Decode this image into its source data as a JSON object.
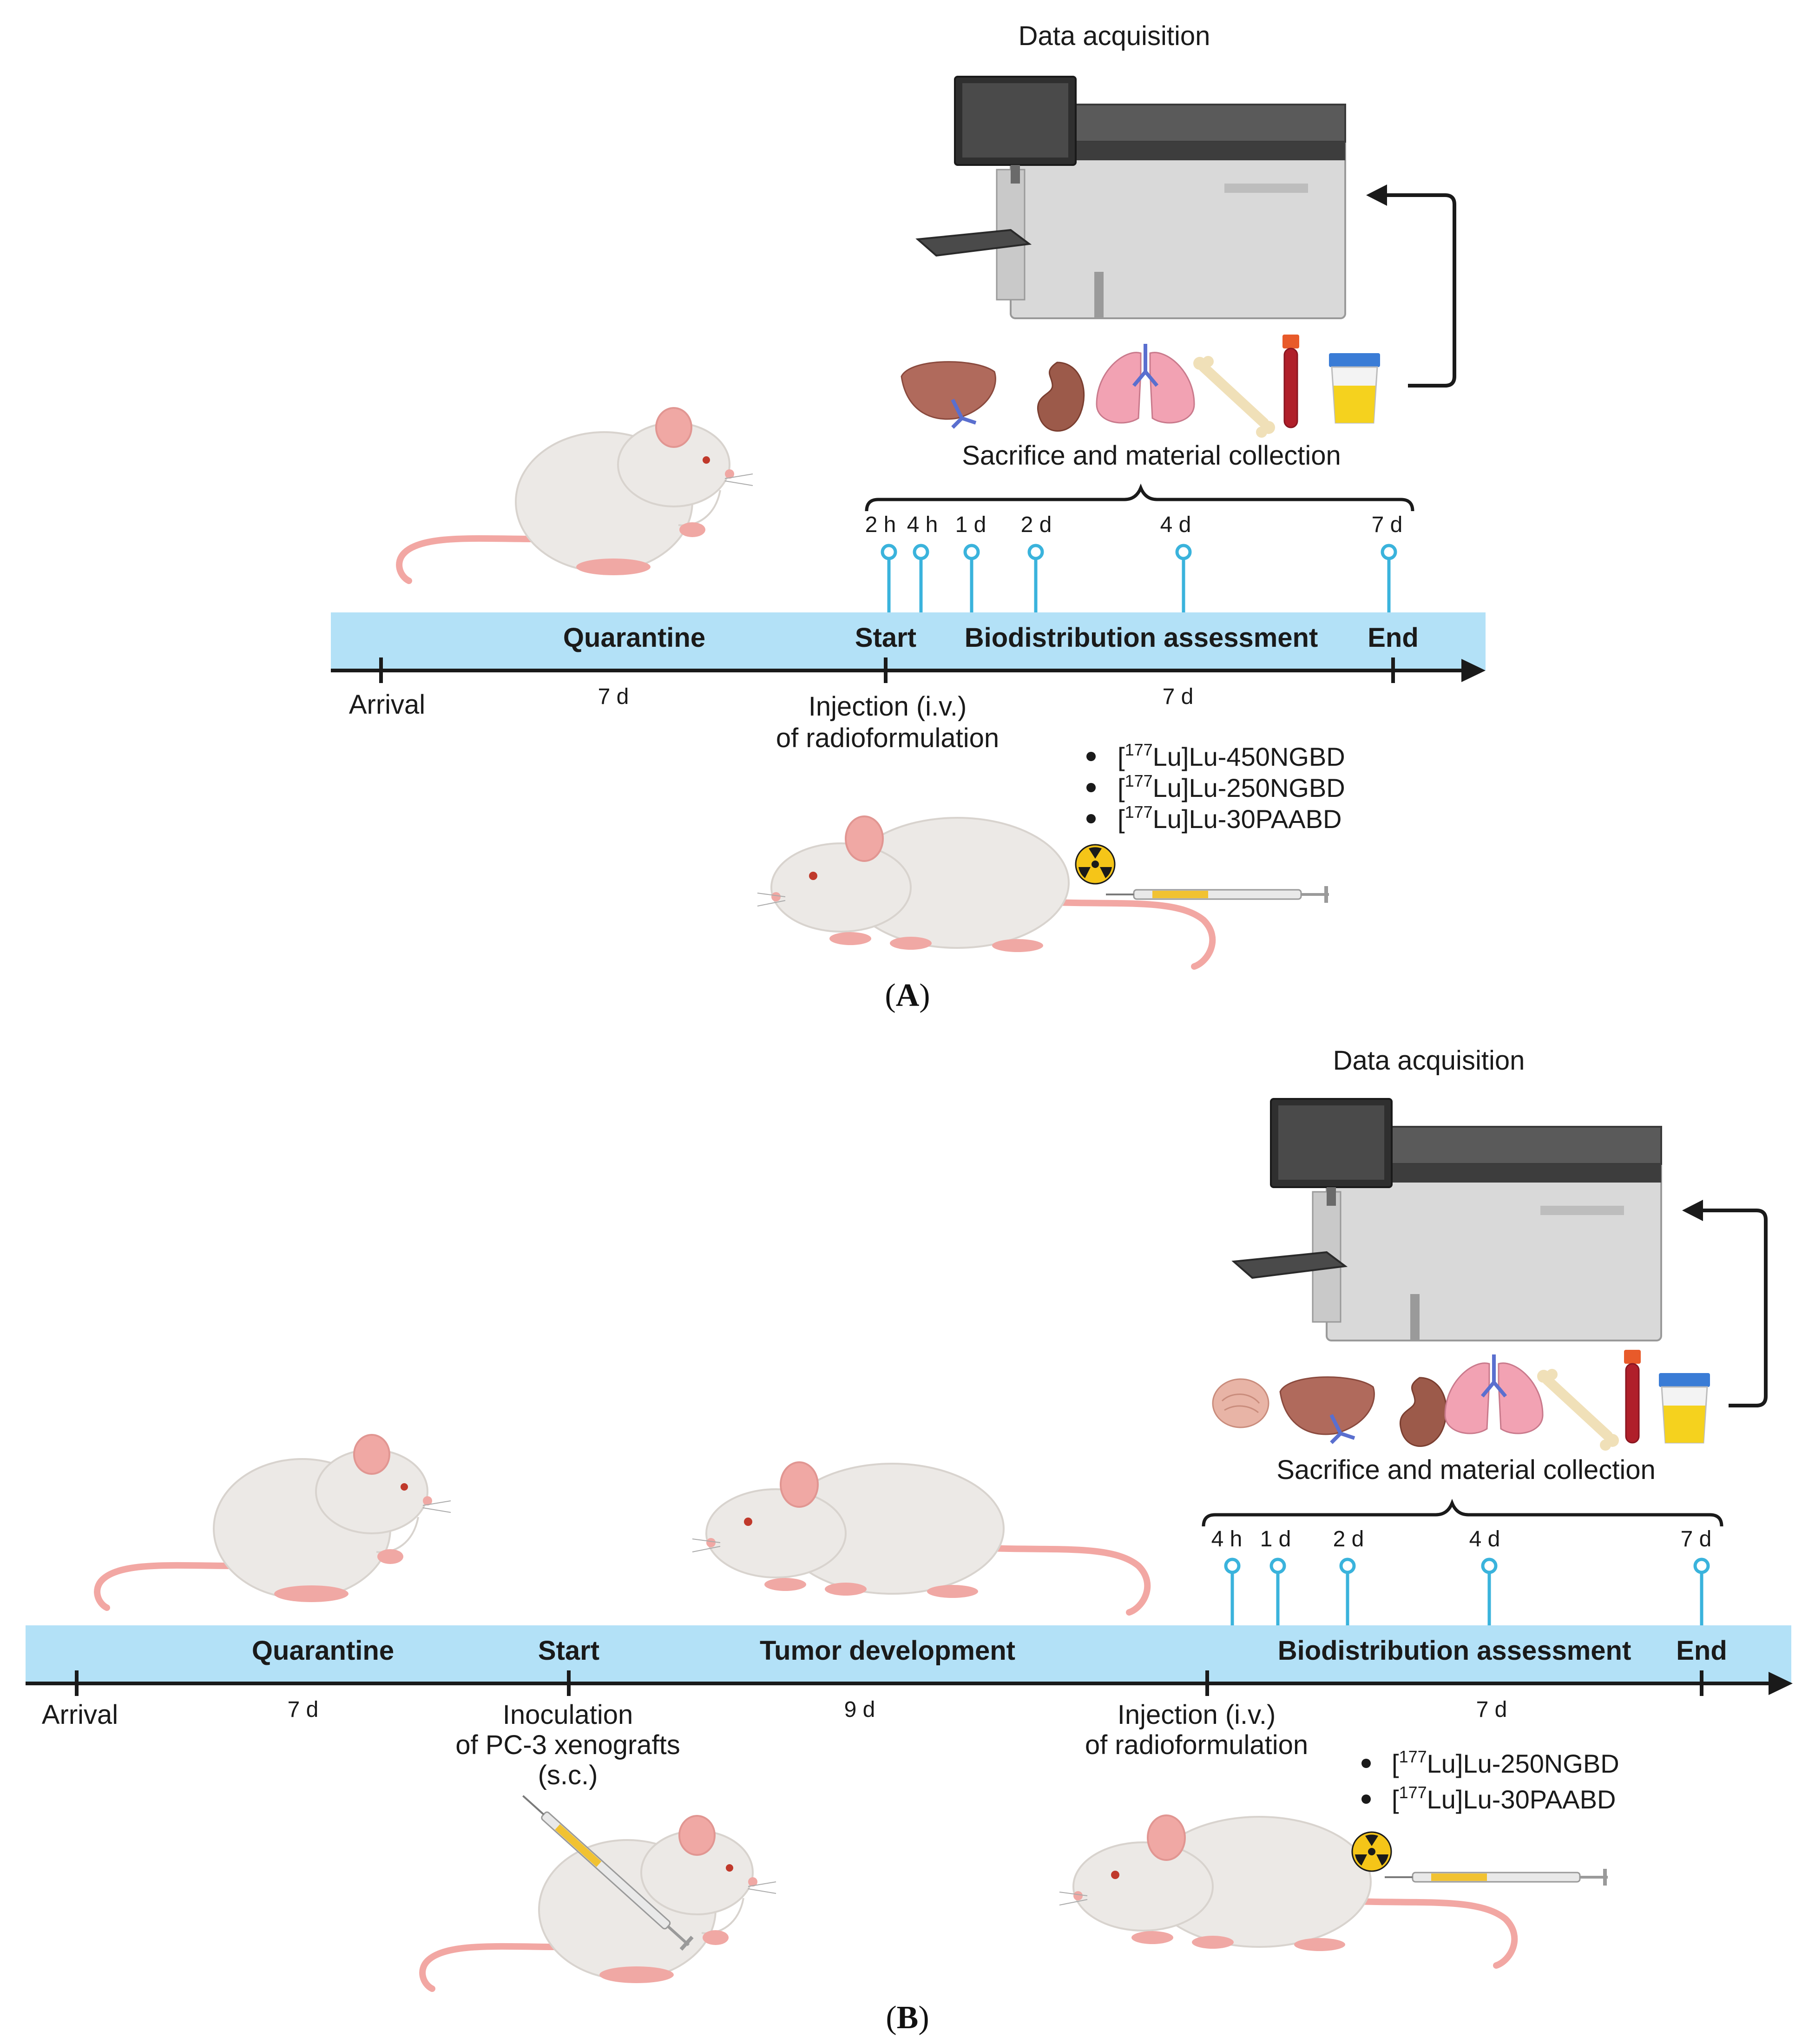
{
  "panel_a": {
    "label": "(A)",
    "label_letter": "A",
    "data_acquisition": "Data acquisition",
    "sacrifice": "Sacrifice and material collection",
    "timepoints": [
      "2 h",
      "4 h",
      "1 d",
      "2 d",
      "4 d",
      "7 d"
    ],
    "bar": {
      "quarantine": "Quarantine",
      "start": "Start",
      "biodistribution": "Biodistribution assessment",
      "end": "End"
    },
    "below": {
      "arrival": "Arrival",
      "quarantine_duration": "7 d",
      "injection_line1": "Injection (i.v.)",
      "injection_line2": "of radioformulation",
      "biodistribution_duration": "7 d"
    },
    "formulations": [
      {
        "isotope": "177",
        "name": "[177Lu]Lu-450NGBD",
        "suffix": "Lu]Lu-450NGBD"
      },
      {
        "isotope": "177",
        "name": "[177Lu]Lu-250NGBD",
        "suffix": "Lu]Lu-250NGBD"
      },
      {
        "isotope": "177",
        "name": "[177Lu]Lu-30PAABD",
        "suffix": "Lu]Lu-30PAABD"
      }
    ]
  },
  "panel_b": {
    "label": "(B)",
    "label_letter": "B",
    "data_acquisition": "Data acquisition",
    "sacrifice": "Sacrifice and material collection",
    "timepoints": [
      "4 h",
      "1 d",
      "2 d",
      "4 d",
      "7 d"
    ],
    "bar": {
      "quarantine": "Quarantine",
      "start": "Start",
      "tumor": "Tumor development",
      "biodistribution": "Biodistribution assessment",
      "end": "End"
    },
    "below": {
      "arrival": "Arrival",
      "quarantine_duration": "7 d",
      "inoculation_line1": "Inoculation",
      "inoculation_line2": "of PC-3 xenografts",
      "inoculation_line3": "(s.c.)",
      "tumor_duration": "9 d",
      "injection_line1": "Injection (i.v.)",
      "injection_line2": "of radioformulation",
      "biodistribution_duration": "7 d"
    },
    "formulations": [
      {
        "isotope": "177",
        "name": "[177Lu]Lu-250NGBD",
        "suffix": "Lu]Lu-250NGBD"
      },
      {
        "isotope": "177",
        "name": "[177Lu]Lu-30PAABD",
        "suffix": "Lu]Lu-30PAABD"
      }
    ]
  },
  "colors": {
    "timeline_band": "#b3e1f7",
    "timepoint_pin": "#3ab3dc",
    "axis": "#1a1a1a",
    "mouse_body": "#ece9e6",
    "mouse_tail": "#f2a7a3",
    "ear": "#f0a8a4"
  },
  "icons": [
    "mouse-icon",
    "gamma-counter-icon",
    "liver-icon",
    "kidney-icon",
    "lungs-icon",
    "bone-icon",
    "blood-tube-icon",
    "urine-cup-icon",
    "tumor-icon",
    "syringe-icon",
    "radiation-icon"
  ]
}
